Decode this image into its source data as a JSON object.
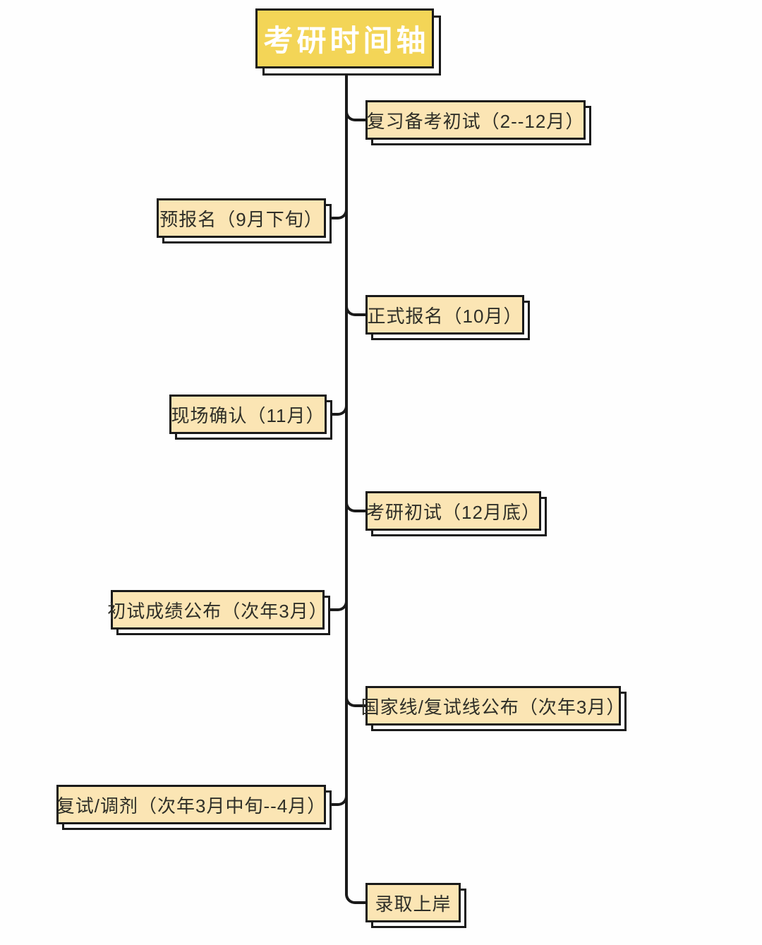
{
  "title": {
    "label": "考研时间轴"
  },
  "colors": {
    "title_fill": "#f3d557",
    "title_text": "#ffffff",
    "item_fill": "#fbe5b4",
    "item_text": "#2f2f28",
    "line": "#1a1a1a",
    "shadow_fill": "#ffffff",
    "background": "#fefefe"
  },
  "timeline": {
    "items": [
      {
        "label": "复习备考初试（2--12月）",
        "side": "right"
      },
      {
        "label": "预报名（9月下旬）",
        "side": "left"
      },
      {
        "label": "正式报名（10月）",
        "side": "right"
      },
      {
        "label": "现场确认（11月）",
        "side": "left"
      },
      {
        "label": "考研初试（12月底）",
        "side": "right"
      },
      {
        "label": "初试成绩公布（次年3月）",
        "side": "left"
      },
      {
        "label": "国家线/复试线公布（次年3月）",
        "side": "right"
      },
      {
        "label": "复试/调剂（次年3月中旬--4月）",
        "side": "left"
      },
      {
        "label": "录取上岸",
        "side": "right"
      }
    ]
  }
}
